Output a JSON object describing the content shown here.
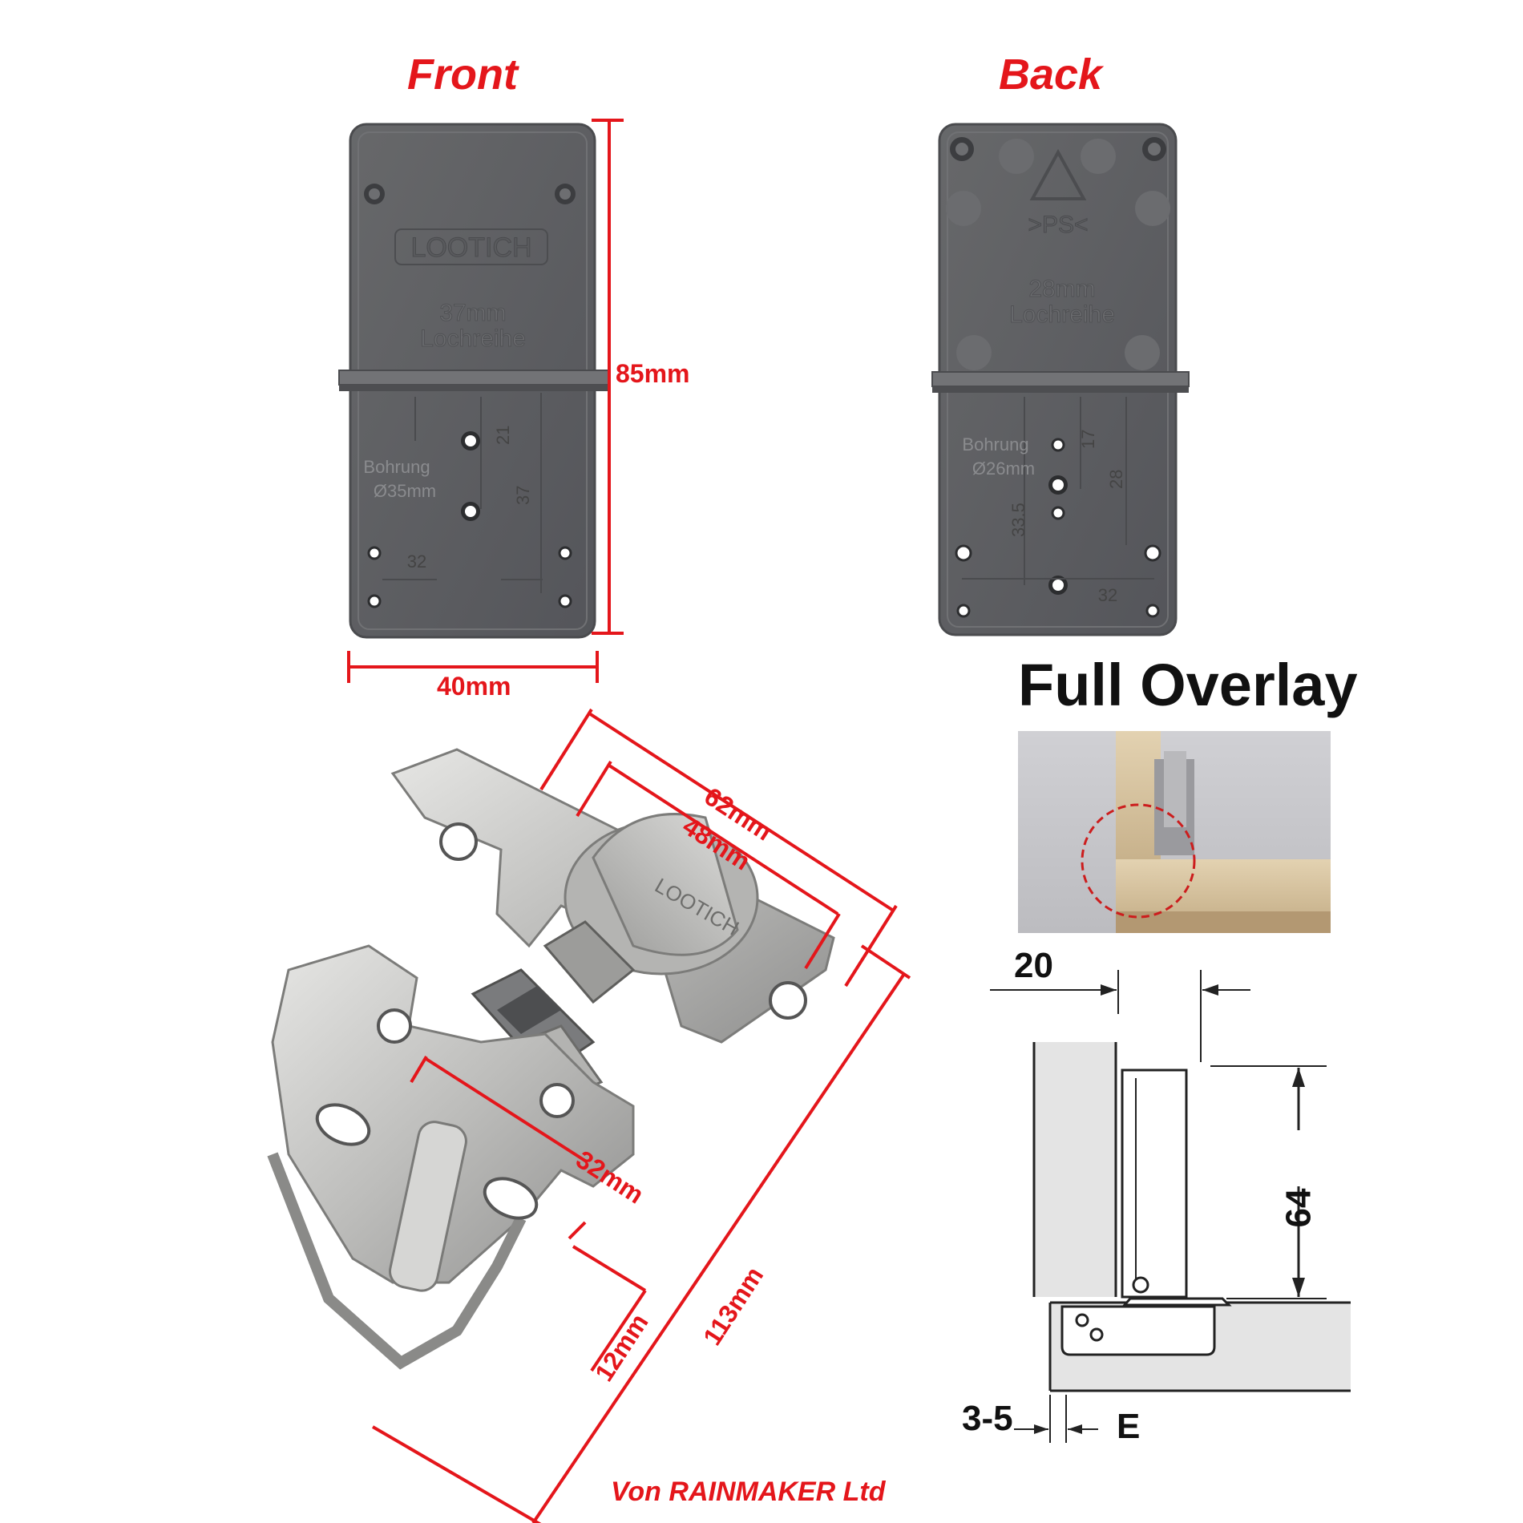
{
  "titles": {
    "front": "Front",
    "back": "Back",
    "overlay": "Full Overlay"
  },
  "front_template": {
    "brand": "LOOTICH",
    "size": "37mm",
    "row": "Lochreihe",
    "bore_label": "Bohrung",
    "bore_size": "Ø35mm",
    "dim_21": "21",
    "dim_37": "37",
    "dim_32": "32",
    "height": "85mm",
    "width": "40mm"
  },
  "back_template": {
    "material": ">PS<",
    "size": "28mm",
    "row": "Lochreihe",
    "bore_label": "Bohrung",
    "bore_size": "Ø26mm",
    "dim_17": "17",
    "dim_28": "28",
    "dim_335": "33.5",
    "dim_32": "32"
  },
  "hinge": {
    "dim_62": "62mm",
    "dim_48": "48mm",
    "dim_32": "32mm",
    "dim_12": "12mm",
    "dim_113": "113mm",
    "brand": "LOOTICH"
  },
  "diagram": {
    "dim_20": "20",
    "dim_64": "64",
    "dim_35": "3-5",
    "dim_e": "E"
  },
  "credit": "Von RAINMAKER Ltd",
  "colors": {
    "accent_red": "#e4161b",
    "plastic_gray": "#5f6061",
    "steel": "#c9c9c7"
  }
}
